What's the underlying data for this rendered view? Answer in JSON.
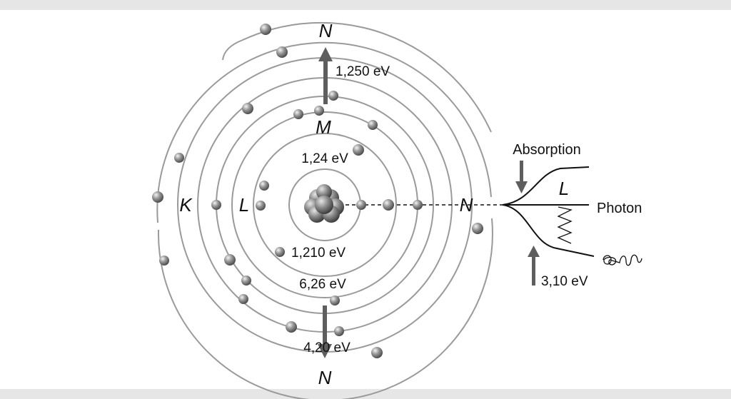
{
  "shells": {
    "n_top": "N",
    "m": "M",
    "k": "K",
    "l_left": "L",
    "n_right": "N",
    "n_bottom": "N",
    "l_branch": "L"
  },
  "energies": {
    "e1250": "1,250 eV",
    "e124": "1,24 eV",
    "e1210": "1,210 eV",
    "e626": "6,26 eV",
    "e420": "4,20 eV",
    "e310": "3,10 eV"
  },
  "labels": {
    "absorption": "Absorption",
    "photon": "Photon"
  },
  "colors": {
    "orbit": "#9a9a9a",
    "arrow": "#5e5e5e",
    "line": "#111111",
    "electron": "#7a7a7a"
  }
}
